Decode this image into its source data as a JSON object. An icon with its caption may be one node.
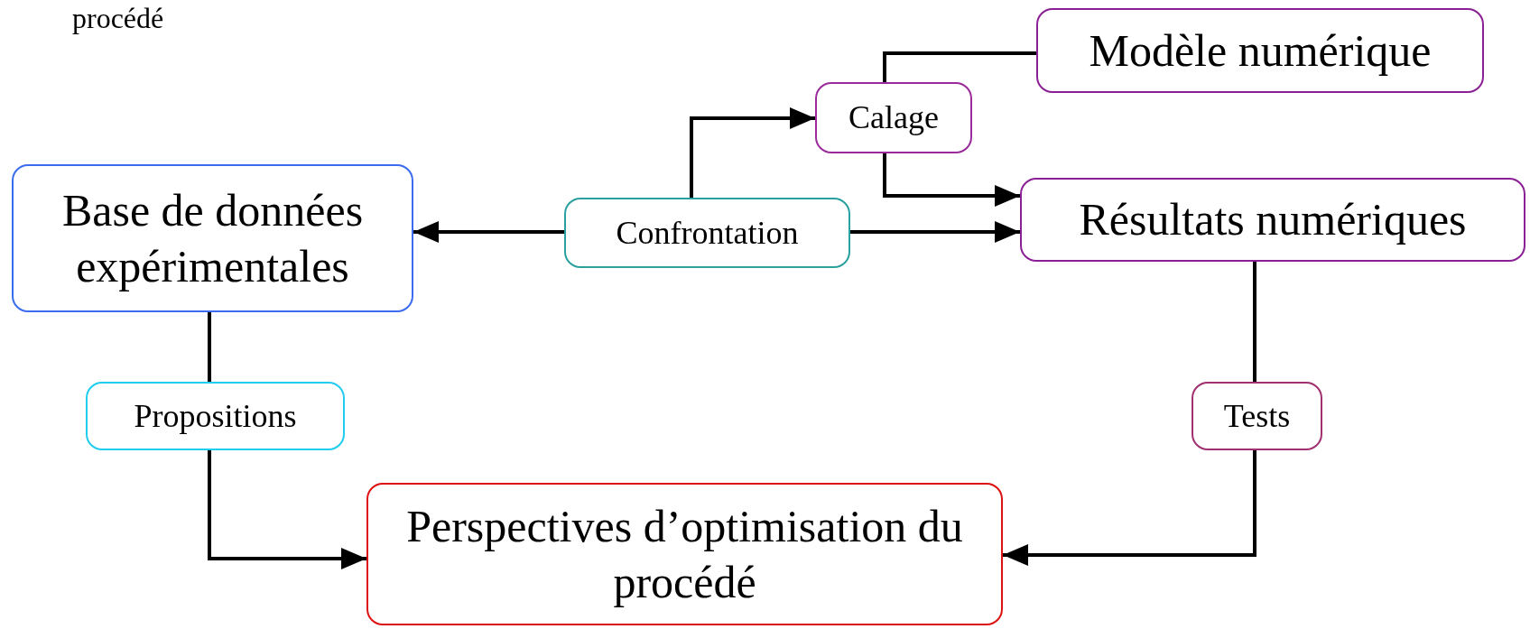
{
  "diagram": {
    "nodes": [
      {
        "text": [
          "Base de données expérimentales"
        ]
      },
      {
        "text": [
          "Confrontation"
        ]
      },
      {
        "text": [
          "Calage"
        ]
      },
      {
        "text": [
          "Modèle numérique"
        ]
      },
      {
        "text": [
          "Résultats numériques"
        ]
      },
      {
        "text": [
          "Propositions"
        ]
      },
      {
        "text": [
          "Tests"
        ]
      },
      {
        "text": [
          "Perspectives d’optimisation du procédé"
        ]
      }
    ],
    "edges": [
      {
        "from": 1,
        "to": 0,
        "arrow": "to"
      },
      {
        "from": 1,
        "to": 4,
        "arrow": "to"
      },
      {
        "from": 1,
        "to": 2,
        "arrow": "to"
      },
      {
        "from": 3,
        "to": 2,
        "arrow": "none"
      },
      {
        "from": 2,
        "to": 4,
        "arrow": "to"
      },
      {
        "from": 0,
        "to": 5,
        "arrow": "none"
      },
      {
        "from": 5,
        "to": 7,
        "arrow": "to"
      },
      {
        "from": 4,
        "to": 6,
        "arrow": "none"
      },
      {
        "from": 6,
        "to": 7,
        "arrow": "to"
      }
    ],
    "labels": [
      "procédé"
    ]
  }
}
